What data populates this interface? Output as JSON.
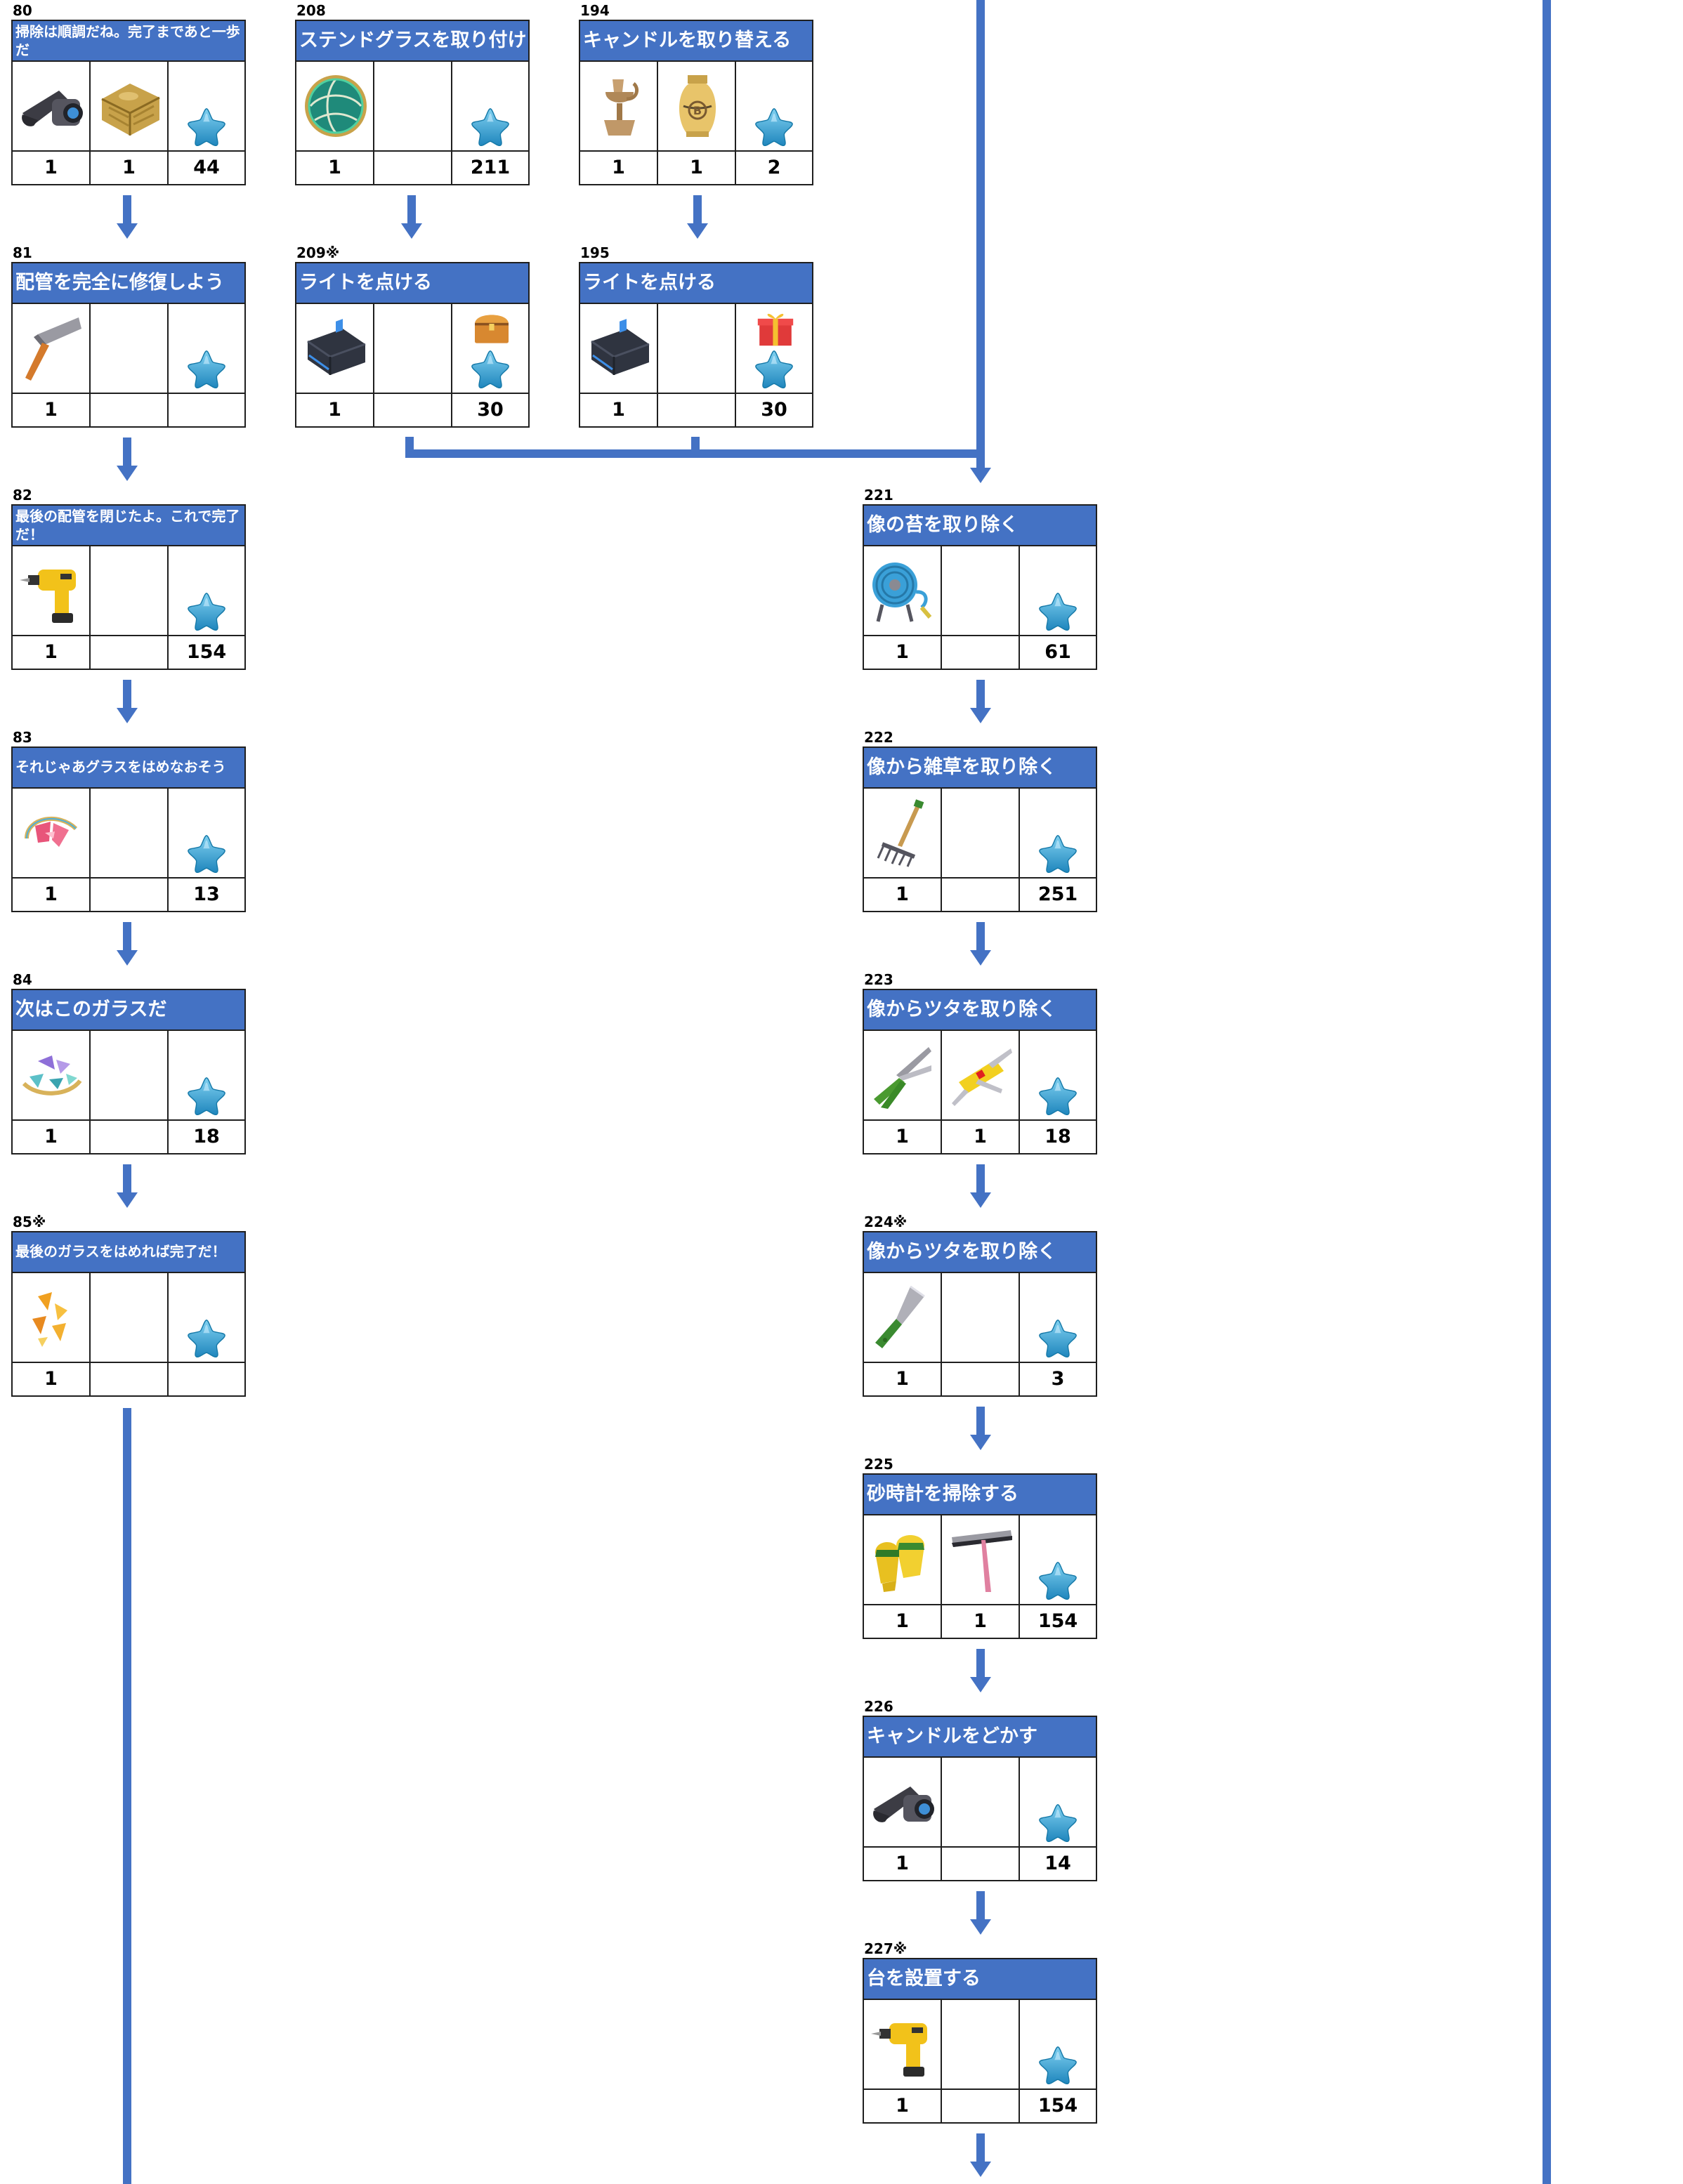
{
  "cards": {
    "c80": {
      "num": "80",
      "title": "掃除は順調だね。完了まであと一歩だ",
      "items": [
        "binoculars-icon",
        "sandbags-icon"
      ],
      "qty": [
        "1",
        "1",
        "44"
      ]
    },
    "c81": {
      "num": "81",
      "title": "配管を完全に修復しよう",
      "items": [
        "hammer-icon"
      ],
      "qty": [
        "1",
        "",
        ""
      ]
    },
    "c82": {
      "num": "82",
      "title": "最後の配管を閉じたよ。これで完了だ！",
      "items": [
        "power-drill-icon"
      ],
      "qty": [
        "1",
        "",
        "154"
      ]
    },
    "c83": {
      "num": "83",
      "title": "それじゃあグラスをはめなおそう",
      "items": [
        "glass-shards-pink-icon"
      ],
      "qty": [
        "1",
        "",
        "13"
      ]
    },
    "c84": {
      "num": "84",
      "title": "次はこのガラスだ",
      "items": [
        "glass-shards-blue-icon"
      ],
      "qty": [
        "1",
        "",
        "18"
      ]
    },
    "c85": {
      "num": "85※",
      "title": "最後のガラスをはめれば完了だ！",
      "items": [
        "glass-shards-orange-icon"
      ],
      "qty": [
        "1",
        "",
        ""
      ]
    },
    "c208": {
      "num": "208",
      "title": "ステンドグラスを取り付ける",
      "items": [
        "stained-glass-disc-icon"
      ],
      "qty": [
        "1",
        "",
        "211"
      ]
    },
    "c209": {
      "num": "209※",
      "title": "ライトを点ける",
      "items": [
        "battery-pack-icon"
      ],
      "reward_box": "treasure-chest-icon",
      "qty": [
        "1",
        "",
        "30"
      ]
    },
    "c194": {
      "num": "194",
      "title": "キャンドルを取り替える",
      "items": [
        "candle-holder-icon",
        "golden-vase-icon"
      ],
      "qty": [
        "1",
        "1",
        "2"
      ]
    },
    "c195": {
      "num": "195",
      "title": "ライトを点ける",
      "items": [
        "battery-pack-icon"
      ],
      "reward_box": "gift-box-icon",
      "qty": [
        "1",
        "",
        "30"
      ]
    },
    "c221": {
      "num": "221",
      "title": "像の苔を取り除く",
      "items": [
        "hose-reel-icon"
      ],
      "qty": [
        "1",
        "",
        "61"
      ]
    },
    "c222": {
      "num": "222",
      "title": "像から雑草を取り除く",
      "items": [
        "rake-icon"
      ],
      "qty": [
        "1",
        "",
        "251"
      ]
    },
    "c223": {
      "num": "223",
      "title": "像からツタを取り除く",
      "items": [
        "pruning-shears-icon",
        "pocket-knife-icon"
      ],
      "qty": [
        "1",
        "1",
        "18"
      ]
    },
    "c224": {
      "num": "224※",
      "title": "像からツタを取り除く",
      "items": [
        "garden-knife-icon"
      ],
      "qty": [
        "1",
        "",
        "3"
      ]
    },
    "c225": {
      "num": "225",
      "title": "砂時計を掃除する",
      "items": [
        "work-gloves-icon",
        "squeegee-icon"
      ],
      "qty": [
        "1",
        "1",
        "154"
      ]
    },
    "c226": {
      "num": "226",
      "title": "キャンドルをどかす",
      "items": [
        "binoculars-icon"
      ],
      "qty": [
        "1",
        "",
        "14"
      ]
    },
    "c227": {
      "num": "227※",
      "title": "台を設置する",
      "items": [
        "power-drill-icon"
      ],
      "qty": [
        "1",
        "",
        "154"
      ]
    }
  },
  "colors": {
    "header": "#4472c4",
    "line": "#4472c4",
    "star": "#2e9fd0"
  }
}
